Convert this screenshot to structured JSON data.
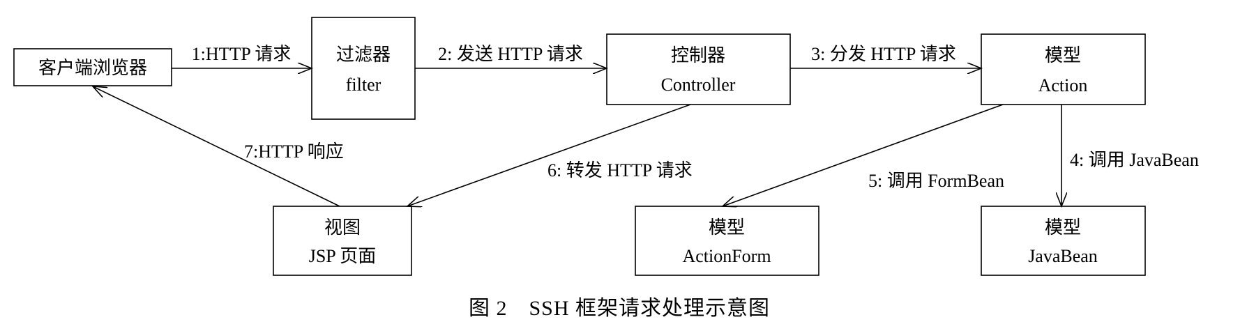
{
  "nodes": {
    "browser": {
      "lines": [
        "客户端浏览器"
      ]
    },
    "filter": {
      "lines": [
        "过滤器",
        "filter"
      ]
    },
    "controller": {
      "lines": [
        "控制器",
        "Controller"
      ]
    },
    "action": {
      "lines": [
        "模型",
        "Action"
      ]
    },
    "view": {
      "lines": [
        "视图",
        "JSP 页面"
      ]
    },
    "actionform": {
      "lines": [
        "模型",
        "ActionForm"
      ]
    },
    "javabean": {
      "lines": [
        "模型",
        "JavaBean"
      ]
    }
  },
  "edges": {
    "e1": "1:HTTP 请求",
    "e2": "2: 发送 HTTP 请求",
    "e3": "3: 分发 HTTP 请求",
    "e4": "4: 调用 JavaBean",
    "e5": "5: 调用 FormBean",
    "e6": "6: 转发 HTTP 请求",
    "e7": "7:HTTP 响应"
  },
  "caption": "图 2　SSH 框架请求处理示意图"
}
